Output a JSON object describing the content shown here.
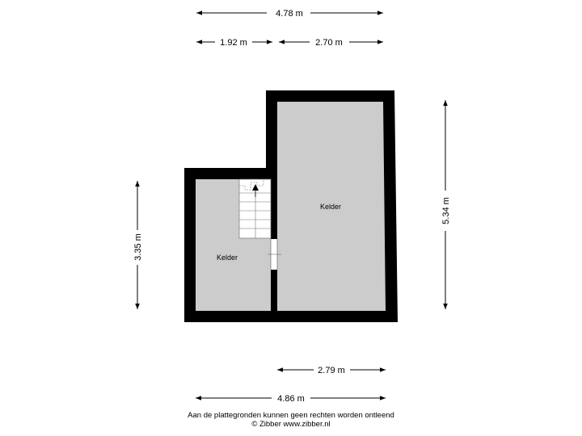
{
  "dimensions": {
    "top_total": "4.78 m",
    "top_left": "1.92 m",
    "top_right": "2.70 m",
    "right_height": "5.34 m",
    "left_height": "3.35 m",
    "bottom_right": "2.79 m",
    "bottom_total": "4.86 m"
  },
  "rooms": {
    "left_label": "Kelder",
    "right_label": "Kelder"
  },
  "footer": {
    "line1": "Aan de plattegronden kunnen geen rechten worden ontleend",
    "line2": "© Zibber www.zibber.nl"
  },
  "colors": {
    "wall": "#000000",
    "floor": "#cccccc",
    "stairs": "#ffffff",
    "background": "#ffffff"
  }
}
